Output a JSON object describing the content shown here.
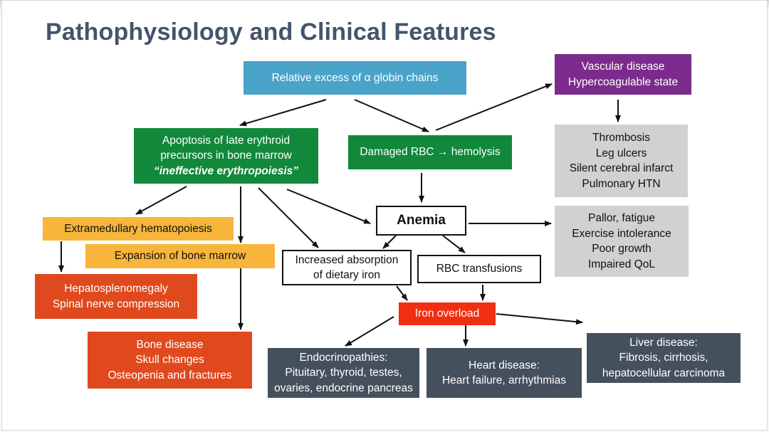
{
  "title": "Pathophysiology and Clinical Features",
  "nodes": {
    "excess": "Relative excess of α globin chains",
    "vascular": [
      "Vascular disease",
      "Hypercoagulable state"
    ],
    "apoptosis": [
      "Apoptosis of late erythroid",
      "precursors in bone marrow",
      "“ineffective erythropoiesis”"
    ],
    "damaged_rbc": "Damaged RBC → hemolysis",
    "thrombosis": [
      "Thrombosis",
      "Leg ulcers",
      "Silent cerebral infarct",
      "Pulmonary HTN"
    ],
    "extramedullary": "Extramedullary hematopoiesis",
    "anemia": "Anemia",
    "anemia_features": [
      "Pallor, fatigue",
      "Exercise intolerance",
      "Poor growth",
      "Impaired QoL"
    ],
    "expansion": "Expansion of bone marrow",
    "absorption": [
      "Increased absorption",
      "of dietary iron"
    ],
    "transfusions": "RBC transfusions",
    "hepato": [
      "Hepatosplenomegaly",
      "Spinal nerve compression"
    ],
    "iron_overload": "Iron overload",
    "bone": [
      "Bone disease",
      "Skull changes",
      "Osteopenia and fractures"
    ],
    "liver": [
      "Liver disease:",
      "Fibrosis, cirrhosis,",
      "hepatocellular carcinoma"
    ],
    "endocrine": [
      "Endocrinopathies:",
      "Pituitary, thyroid, testes,",
      "ovaries, endocrine pancreas"
    ],
    "heart": [
      "Heart disease:",
      "Heart failure, arrhythmias"
    ]
  },
  "colors": {
    "title": "#44546a",
    "blue": "#4aa3c9",
    "purple": "#7b2b8c",
    "green": "#11883a",
    "yellow": "#f7b63b",
    "orange": "#e0491e",
    "red": "#f02e12",
    "grey": "#d1d1d1",
    "slate": "#44505c"
  }
}
